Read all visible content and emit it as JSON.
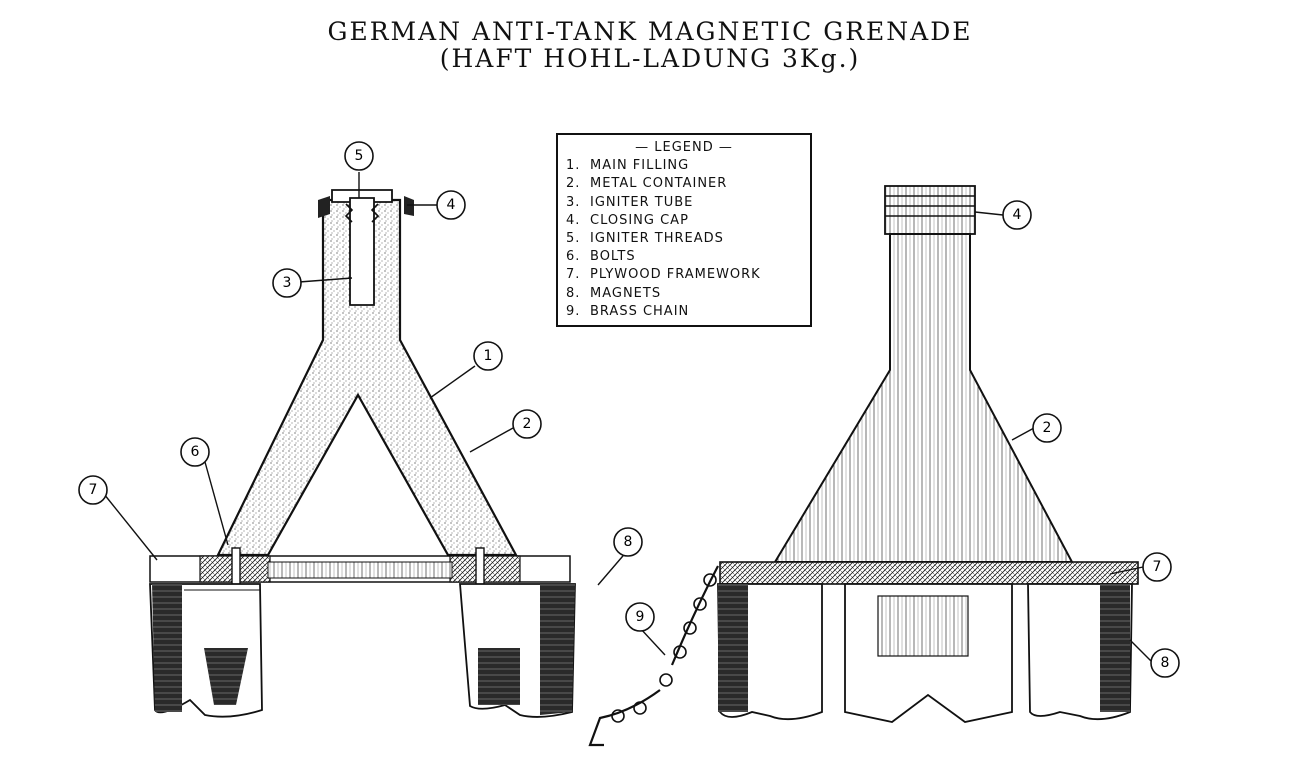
{
  "title": {
    "line1": "GERMAN ANTI-TANK MAGNETIC GRENADE",
    "line2": "(HAFT HOHL-LADUNG 3Kg.)"
  },
  "legend": {
    "heading": "— LEGEND —",
    "items": [
      {
        "num": "1.",
        "label": "MAIN FILLING"
      },
      {
        "num": "2.",
        "label": "METAL CONTAINER"
      },
      {
        "num": "3.",
        "label": "IGNITER TUBE"
      },
      {
        "num": "4.",
        "label": "CLOSING CAP"
      },
      {
        "num": "5.",
        "label": "IGNITER THREADS"
      },
      {
        "num": "6.",
        "label": "BOLTS"
      },
      {
        "num": "7.",
        "label": "PLYWOOD FRAMEWORK"
      },
      {
        "num": "8.",
        "label": "MAGNETS"
      },
      {
        "num": "9.",
        "label": "BRASS CHAIN"
      }
    ]
  },
  "callouts": {
    "c1": "1",
    "c2": "2",
    "c3": "3",
    "c4": "4",
    "c5": "5",
    "c6": "6",
    "c7": "7",
    "c8": "8",
    "c9": "9"
  }
}
